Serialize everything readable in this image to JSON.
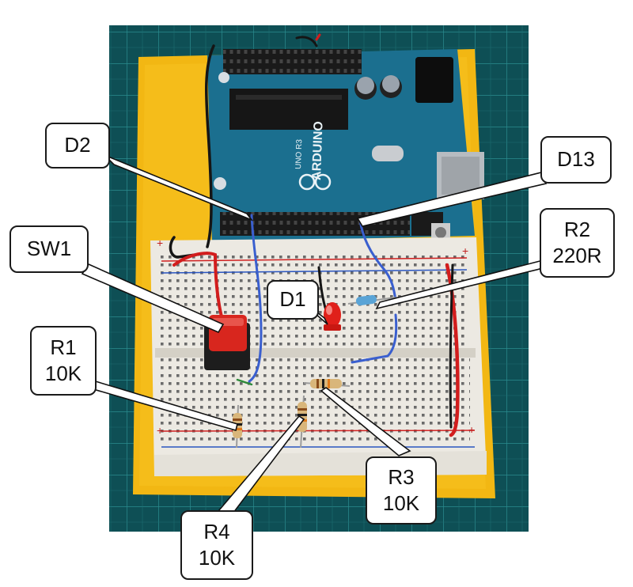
{
  "scene": {
    "description_colors": {
      "mat": "#0e4f55",
      "mat_grid": "#1f7c80",
      "base": "#f2b713",
      "arduino": "#1b6f8f",
      "breadboard": "#ece9e2",
      "rail_red": "#d02020",
      "rail_blue": "#2a55c0",
      "button": "#d8261e",
      "led": "#e0201a",
      "wire_blue": "#3a5fcf",
      "wire_red": "#d21d1d",
      "wire_black": "#151515"
    },
    "board_marks": [
      "UNO",
      "R3",
      "ARDUINO"
    ]
  },
  "labels": {
    "d2": "D2",
    "d13": "D13",
    "sw1": "SW1",
    "r2_name": "R2",
    "r2_value": "220R",
    "d1": "D1",
    "r1_name": "R1",
    "r1_value": "10K",
    "r3_name": "R3",
    "r3_value": "10K",
    "r4_name": "R4",
    "r4_value": "10K"
  }
}
